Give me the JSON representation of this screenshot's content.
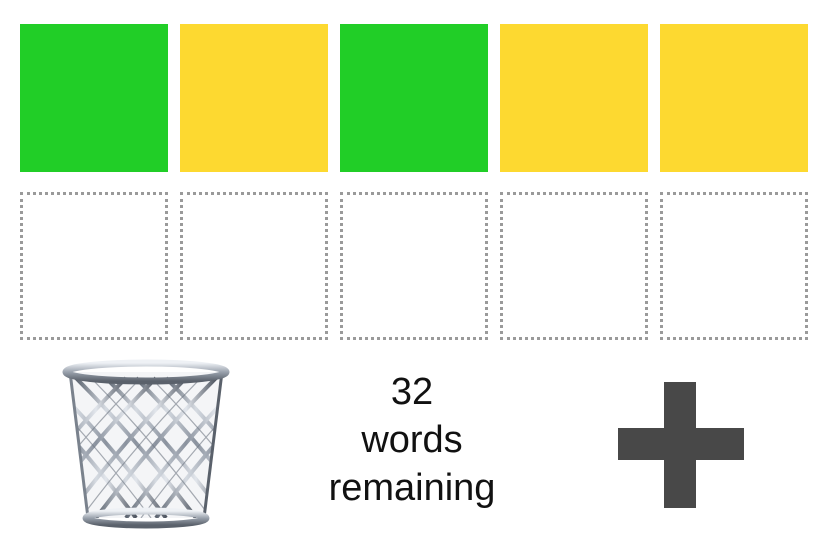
{
  "colors": {
    "green": "#21ce27",
    "yellow": "#fdd930",
    "empty_border": "#9a9a9a",
    "plus": "#484848"
  },
  "guess_row": {
    "tiles": [
      {
        "state": "green",
        "color": "#21ce27"
      },
      {
        "state": "yellow",
        "color": "#fdd930"
      },
      {
        "state": "green",
        "color": "#21ce27"
      },
      {
        "state": "yellow",
        "color": "#fdd930"
      },
      {
        "state": "yellow",
        "color": "#fdd930"
      }
    ]
  },
  "input_row": {
    "tiles": [
      {
        "state": "empty"
      },
      {
        "state": "empty"
      },
      {
        "state": "empty"
      },
      {
        "state": "empty"
      },
      {
        "state": "empty"
      }
    ]
  },
  "status": {
    "count": "32",
    "line2": "words",
    "line3": "remaining"
  },
  "icons": {
    "trash": "wastebasket-icon",
    "add": "plus-icon"
  }
}
